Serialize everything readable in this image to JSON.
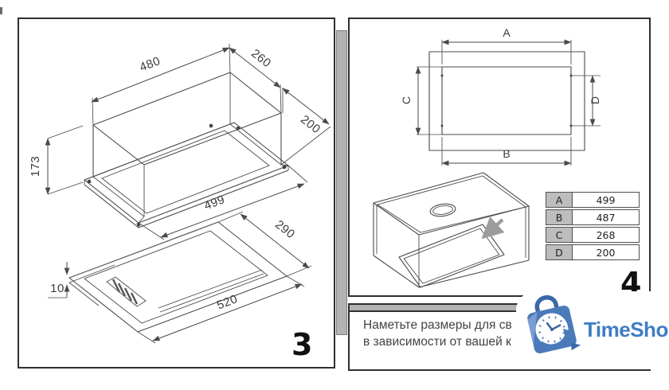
{
  "panel3": {
    "number": "3",
    "dims": {
      "top_width": "480",
      "top_depth": "260",
      "niche_depth": "200",
      "height": "173",
      "frame_width": "499",
      "glass_depth": "290",
      "glass_thickness": "10",
      "glass_width": "520"
    }
  },
  "panel4": {
    "number": "4",
    "view_labels": {
      "a": "A",
      "b": "B",
      "c": "C",
      "d": "D"
    },
    "table": {
      "rows": [
        {
          "label": "A",
          "value": "499"
        },
        {
          "label": "B",
          "value": "487"
        },
        {
          "label": "C",
          "value": "268"
        },
        {
          "label": "D",
          "value": "200"
        }
      ]
    }
  },
  "note": {
    "line1": "Наметьте размеры для св",
    "line2": "в зависимости от вашей к"
  },
  "watermark": {
    "brand": "TimeShop"
  },
  "colors": {
    "line": "#4a4a4a",
    "panel_border": "#2f2f2f",
    "divider_gray": "#b3b3b3",
    "table_header_bg": "#bdbdbd",
    "logo_blue": "#3f7dc4",
    "logo_bag_blue": "#4a7ab9"
  }
}
